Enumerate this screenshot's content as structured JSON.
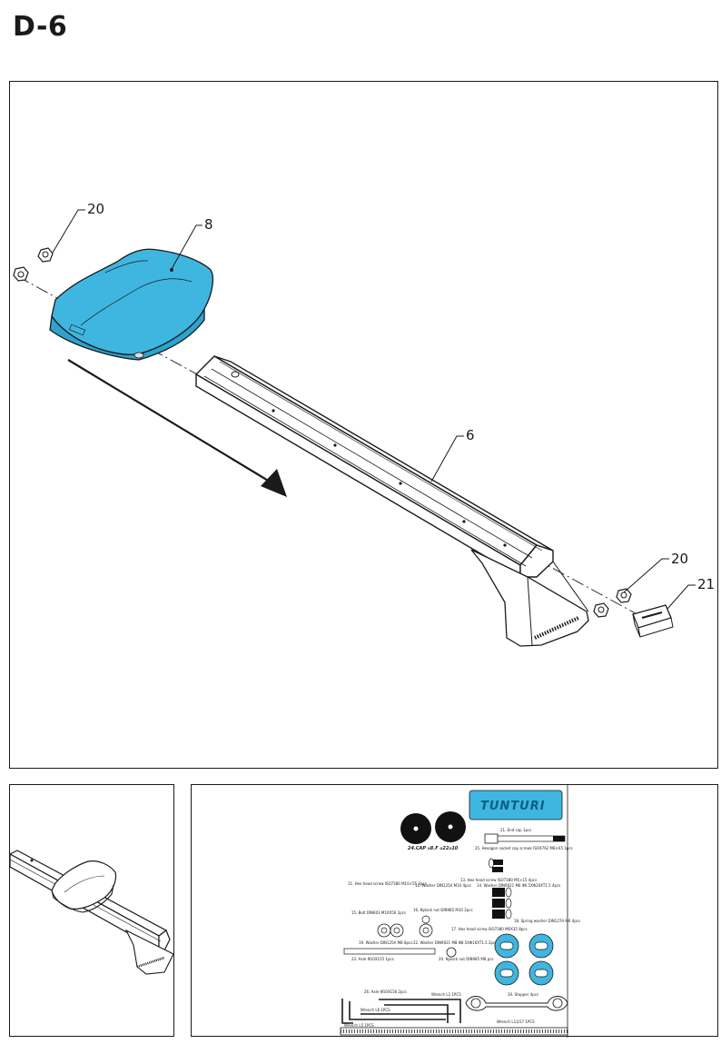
{
  "page": {
    "step_label": "D-6"
  },
  "diagram": {
    "callouts": [
      "20",
      "8",
      "6",
      "20",
      "21"
    ],
    "accent_color": "#3fb6e0"
  },
  "parts_sheet": {
    "logo": "TUNTURI",
    "parts": [
      "24.CAP  ⌀8.F  ⌀22⌀10",
      "21. End cap 1pcs",
      "25. Hexagon socket cap screws ISO4762 M8×65 1pcs",
      "13. Hex head screw ISO7380 M5×15 4pcs",
      "11. Hex head screw ISO7380 M10×55 2pcs",
      "12. Washer DIN125A M10 4pcs",
      "14. Washer DIN9021 M6 Φ6.5XΦ20XT1.5 4pcs",
      "15. Bolt DIN603 M10X50 2pcs",
      "16. Nylock nut DIN985 M10 2pcs",
      "18. Spring washer DIN127A M6 4pcs",
      "17. Hex head screw ISO7380 M6X35 8pcs",
      "19. Washer DIN125A M8 8pcs",
      "22. Washer DIN9021 M8 Φ8.5XΦ16XT1.5 2pcs",
      "23. Axle Φ10X215 1pcs",
      "20. Nylock nut DIN985 M8  pcs",
      "30. Stopper 4pcs",
      "26. Axle Φ10X156 2pcs",
      "Wrench L1  1PCS",
      "Wrench L6  1PCS",
      "Wrench L5  1PCS",
      "Wrench L13/17  1PCS"
    ]
  }
}
